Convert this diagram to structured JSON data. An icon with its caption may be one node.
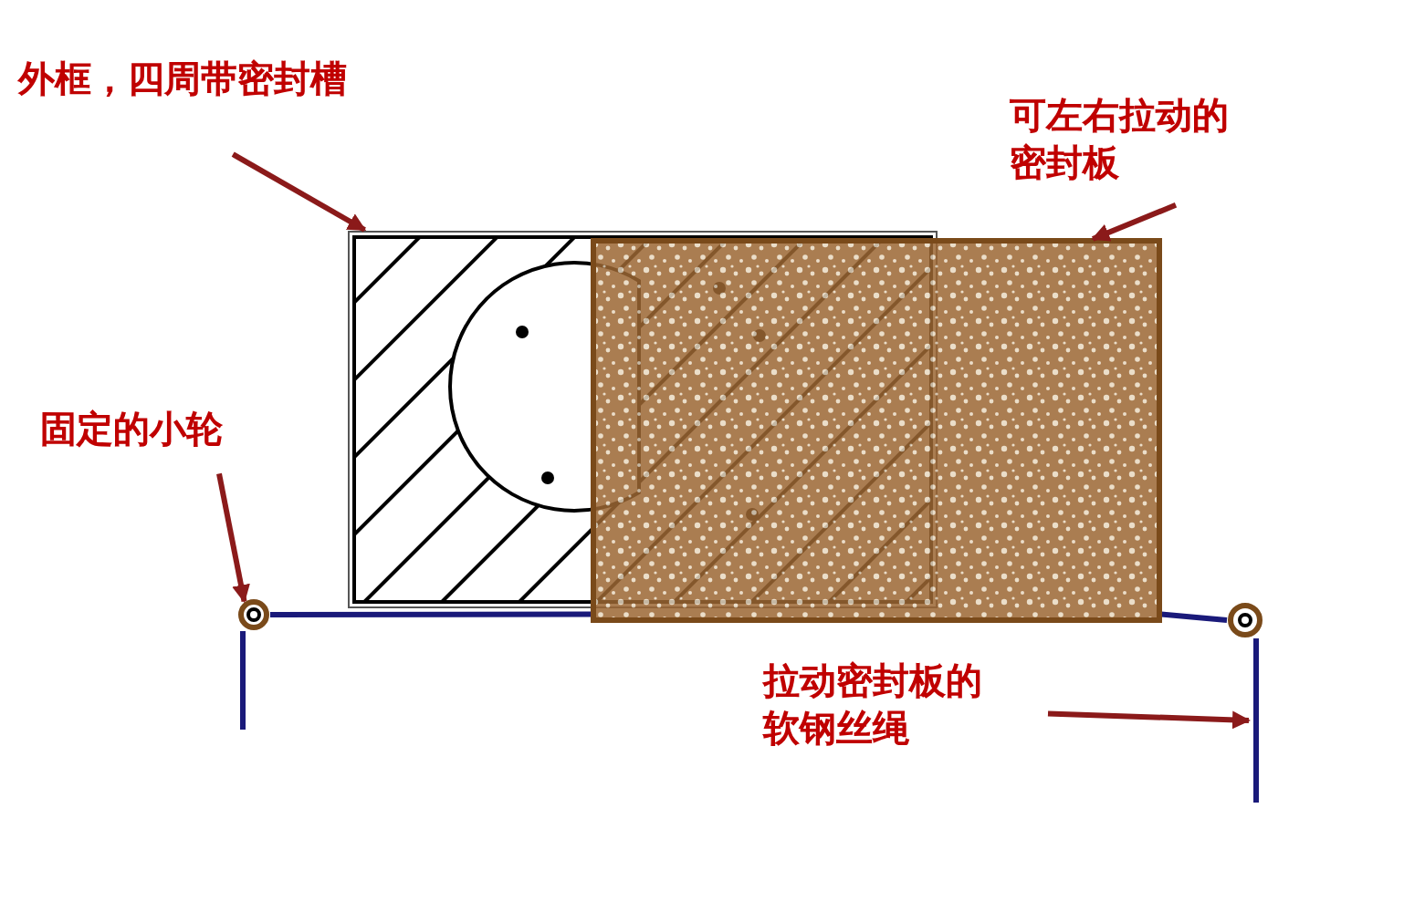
{
  "diagram": {
    "nodes": [
      {
        "text": [
          "外框，四周带密封槽"
        ]
      },
      {
        "text": [],
        "shape": "box"
      },
      {
        "text": [
          "可左右拉动的密封板"
        ]
      },
      {
        "text": [],
        "shape": "box"
      },
      {
        "text": [
          "固定的小轮"
        ]
      },
      {
        "text": [],
        "shape": "circle"
      },
      {
        "text": [],
        "shape": "circle"
      },
      {
        "text": [
          "拉动密封板的软钢丝绳"
        ]
      }
    ],
    "edges": [
      {
        "from": 0,
        "to": 1,
        "arrow": "to"
      },
      {
        "from": 2,
        "to": 3,
        "arrow": "to"
      },
      {
        "from": 4,
        "to": 5,
        "arrow": "to"
      },
      {
        "from": 7,
        "to": null,
        "arrow": "to"
      },
      {
        "from": 3,
        "to": 5,
        "arrow": "none",
        "color": "#1a1a7a"
      },
      {
        "from": 3,
        "to": 6,
        "arrow": "none",
        "color": "#1a1a7a"
      }
    ]
  }
}
